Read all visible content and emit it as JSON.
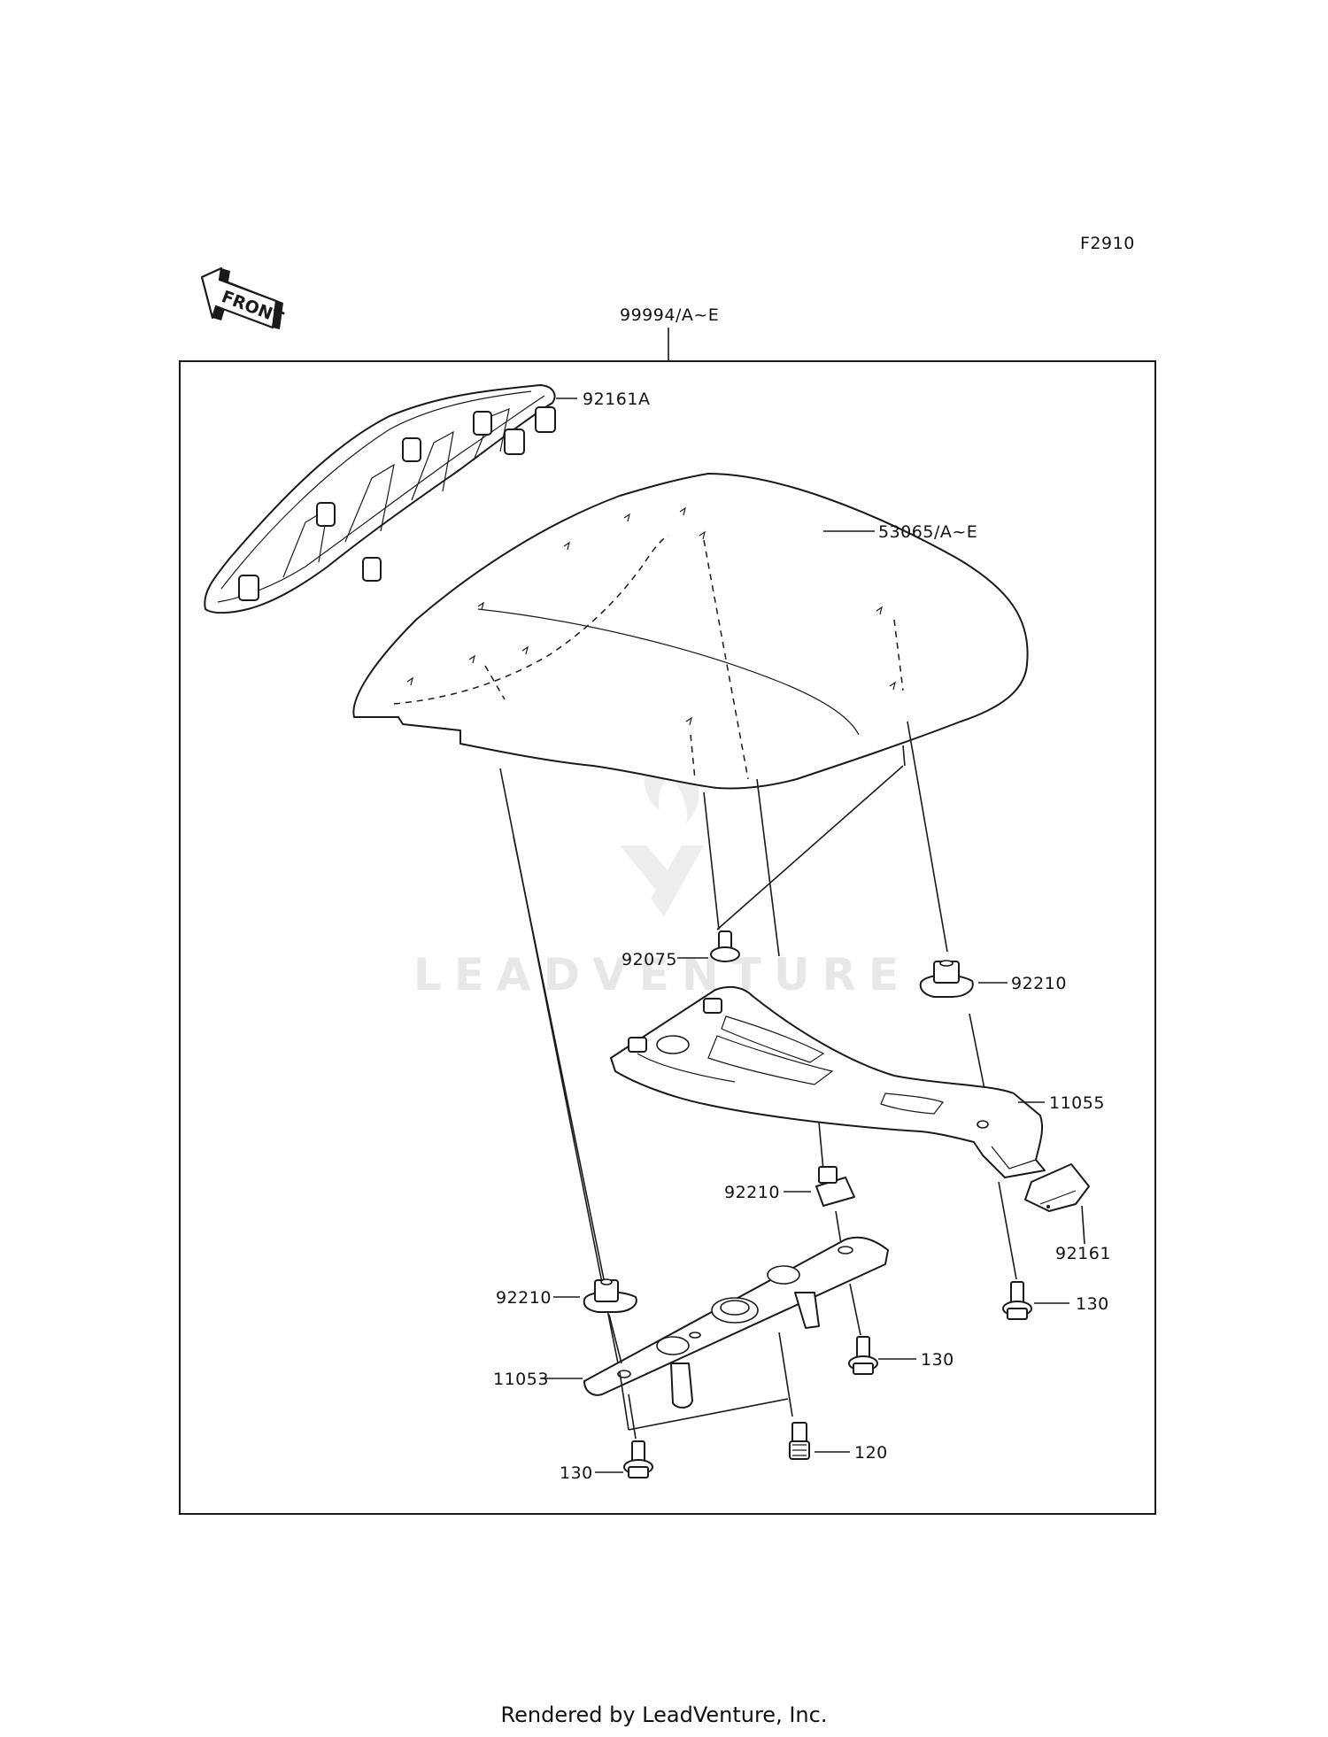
{
  "diagram_code": "F2910",
  "front_label": "FRONT",
  "assembly_label": "99994/A~E",
  "watermark": "LEADVENTURE",
  "footer": "Rendered by LeadVenture, Inc.",
  "callouts": {
    "p92161a": "92161A",
    "p53065": "53065/A~E",
    "p92075": "92075",
    "p92210_right": "92210",
    "p11055": "11055",
    "p92210_mid": "92210",
    "p92161": "92161",
    "p130_right": "130",
    "p92210_left": "92210",
    "p130_mid": "130",
    "p11053": "11053",
    "p120": "120",
    "p130_bottom": "130"
  }
}
